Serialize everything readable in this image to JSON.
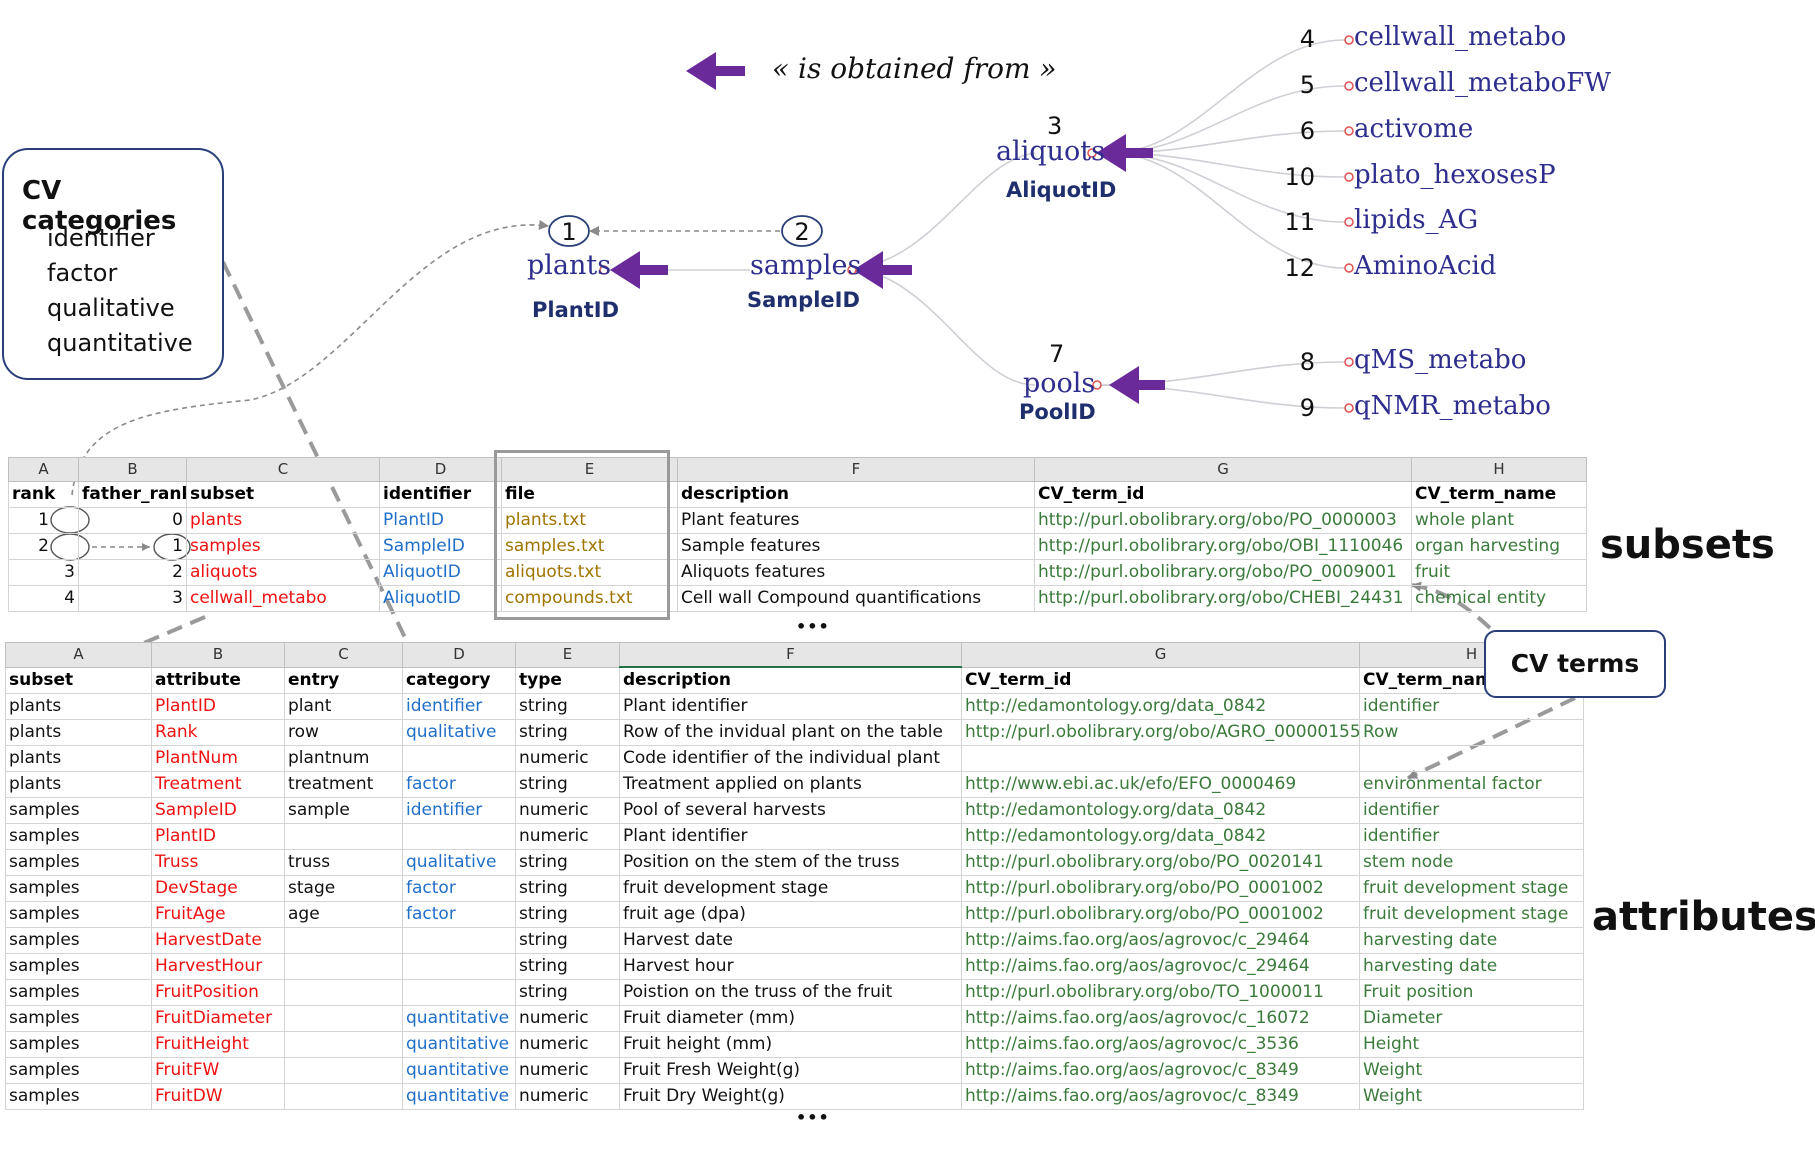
{
  "legend": {
    "text": "« is obtained from »"
  },
  "cv_categories": {
    "title": "CV categories",
    "items": [
      "identifier",
      "factor",
      "qualitative",
      "quantitative"
    ]
  },
  "tree": {
    "plants": {
      "rank": "1",
      "label": "plants",
      "id": "PlantID"
    },
    "samples": {
      "rank": "2",
      "label": "samples",
      "id": "SampleID"
    },
    "aliquots": {
      "rank": "3",
      "label": "aliquots",
      "id": "AliquotID"
    },
    "pools": {
      "rank": "7",
      "label": "pools",
      "id": "PoolID"
    },
    "leaves": [
      {
        "rank": "4",
        "label": "cellwall_metabo"
      },
      {
        "rank": "5",
        "label": "cellwall_metaboFW"
      },
      {
        "rank": "6",
        "label": "activome"
      },
      {
        "rank": "10",
        "label": "plato_hexosesP"
      },
      {
        "rank": "11",
        "label": "lipids_AG"
      },
      {
        "rank": "12",
        "label": "AminoAcid"
      },
      {
        "rank": "8",
        "label": "qMS_metabo"
      },
      {
        "rank": "9",
        "label": "qNMR_metabo"
      }
    ]
  },
  "subsets_table": {
    "column_letters": [
      "A",
      "B",
      "C",
      "D",
      "E",
      "F",
      "G",
      "H"
    ],
    "headers": [
      "rank",
      "father_rank",
      "subset",
      "identifier",
      "file",
      "description",
      "CV_term_id",
      "CV_term_name"
    ],
    "rows": [
      [
        "1",
        "0",
        "plants",
        "PlantID",
        "plants.txt",
        "Plant features",
        "http://purl.obolibrary.org/obo/PO_0000003",
        "whole plant"
      ],
      [
        "2",
        "1",
        "samples",
        "SampleID",
        "samples.txt",
        "Sample features",
        "http://purl.obolibrary.org/obo/OBI_1110046",
        "organ harvesting"
      ],
      [
        "3",
        "2",
        "aliquots",
        "AliquotID",
        "aliquots.txt",
        "Aliquots features",
        "http://purl.obolibrary.org/obo/PO_0009001",
        "fruit"
      ],
      [
        "4",
        "3",
        "cellwall_metabo",
        "AliquotID",
        "compounds.txt",
        "Cell wall Compound quantifications",
        "http://purl.obolibrary.org/obo/CHEBI_24431",
        "chemical entity"
      ]
    ],
    "ellipsis": "•••",
    "side_label": "subsets"
  },
  "attributes_table": {
    "column_letters": [
      "A",
      "B",
      "C",
      "D",
      "E",
      "F",
      "G",
      "H"
    ],
    "headers": [
      "subset",
      "attribute",
      "entry",
      "category",
      "type",
      "description",
      "CV_term_id",
      "CV_term_name"
    ],
    "rows": [
      [
        "plants",
        "PlantID",
        "plant",
        "identifier",
        "string",
        "Plant identifier",
        "http://edamontology.org/data_0842",
        "identifier"
      ],
      [
        "plants",
        "Rank",
        "row",
        "qualitative",
        "string",
        "Row of the invidual plant on the table",
        "http://purl.obolibrary.org/obo/AGRO_00000155",
        "Row"
      ],
      [
        "plants",
        "PlantNum",
        "plantnum",
        "",
        "numeric",
        "Code identifier of the individual plant",
        "",
        ""
      ],
      [
        "plants",
        "Treatment",
        "treatment",
        "factor",
        "string",
        "Treatment applied on plants",
        "http://www.ebi.ac.uk/efo/EFO_0000469",
        "environmental factor"
      ],
      [
        "samples",
        "SampleID",
        "sample",
        "identifier",
        "numeric",
        "Pool of several harvests",
        "http://edamontology.org/data_0842",
        "identifier"
      ],
      [
        "samples",
        "PlantID",
        "",
        "",
        "numeric",
        "Plant identifier",
        "http://edamontology.org/data_0842",
        "identifier"
      ],
      [
        "samples",
        "Truss",
        "truss",
        "qualitative",
        "string",
        "Position on the stem of the truss",
        "http://purl.obolibrary.org/obo/PO_0020141",
        "stem node"
      ],
      [
        "samples",
        "DevStage",
        "stage",
        "factor",
        "string",
        "fruit development stage",
        "http://purl.obolibrary.org/obo/PO_0001002",
        "fruit development stage"
      ],
      [
        "samples",
        "FruitAge",
        "age",
        "factor",
        "string",
        "fruit age (dpa)",
        "http://purl.obolibrary.org/obo/PO_0001002",
        "fruit development stage"
      ],
      [
        "samples",
        "HarvestDate",
        "",
        "",
        "string",
        "Harvest date",
        "http://aims.fao.org/aos/agrovoc/c_29464",
        "harvesting date"
      ],
      [
        "samples",
        "HarvestHour",
        "",
        "",
        "string",
        "Harvest hour",
        "http://aims.fao.org/aos/agrovoc/c_29464",
        "harvesting date"
      ],
      [
        "samples",
        "FruitPosition",
        "",
        "",
        "string",
        "Poistion on the truss of the fruit",
        "http://purl.obolibrary.org/obo/TO_1000011",
        "Fruit position"
      ],
      [
        "samples",
        "FruitDiameter",
        "",
        "quantitative",
        "numeric",
        "Fruit diameter (mm)",
        "http://aims.fao.org/aos/agrovoc/c_16072",
        "Diameter"
      ],
      [
        "samples",
        "FruitHeight",
        "",
        "quantitative",
        "numeric",
        "Fruit height (mm)",
        "http://aims.fao.org/aos/agrovoc/c_3536",
        "Height"
      ],
      [
        "samples",
        "FruitFW",
        "",
        "quantitative",
        "numeric",
        "Fruit Fresh Weight(g)",
        "http://aims.fao.org/aos/agrovoc/c_8349",
        "Weight"
      ],
      [
        "samples",
        "FruitDW",
        "",
        "quantitative",
        "numeric",
        "Fruit Dry Weight(g)",
        "http://aims.fao.org/aos/agrovoc/c_8349",
        "Weight"
      ]
    ],
    "ellipsis": "•••",
    "side_label": "attributes"
  },
  "cv_terms_callout": {
    "label": "CV terms"
  },
  "colors": {
    "arrow": "#6a2a9a",
    "node_text": "#2e2e8f",
    "id_text": "#1f2f6e",
    "red": "#ee1111",
    "blue": "#1f6fc9",
    "gold": "#a07400",
    "green": "#3a7a3a",
    "callout_border": "#2a3f7a"
  }
}
